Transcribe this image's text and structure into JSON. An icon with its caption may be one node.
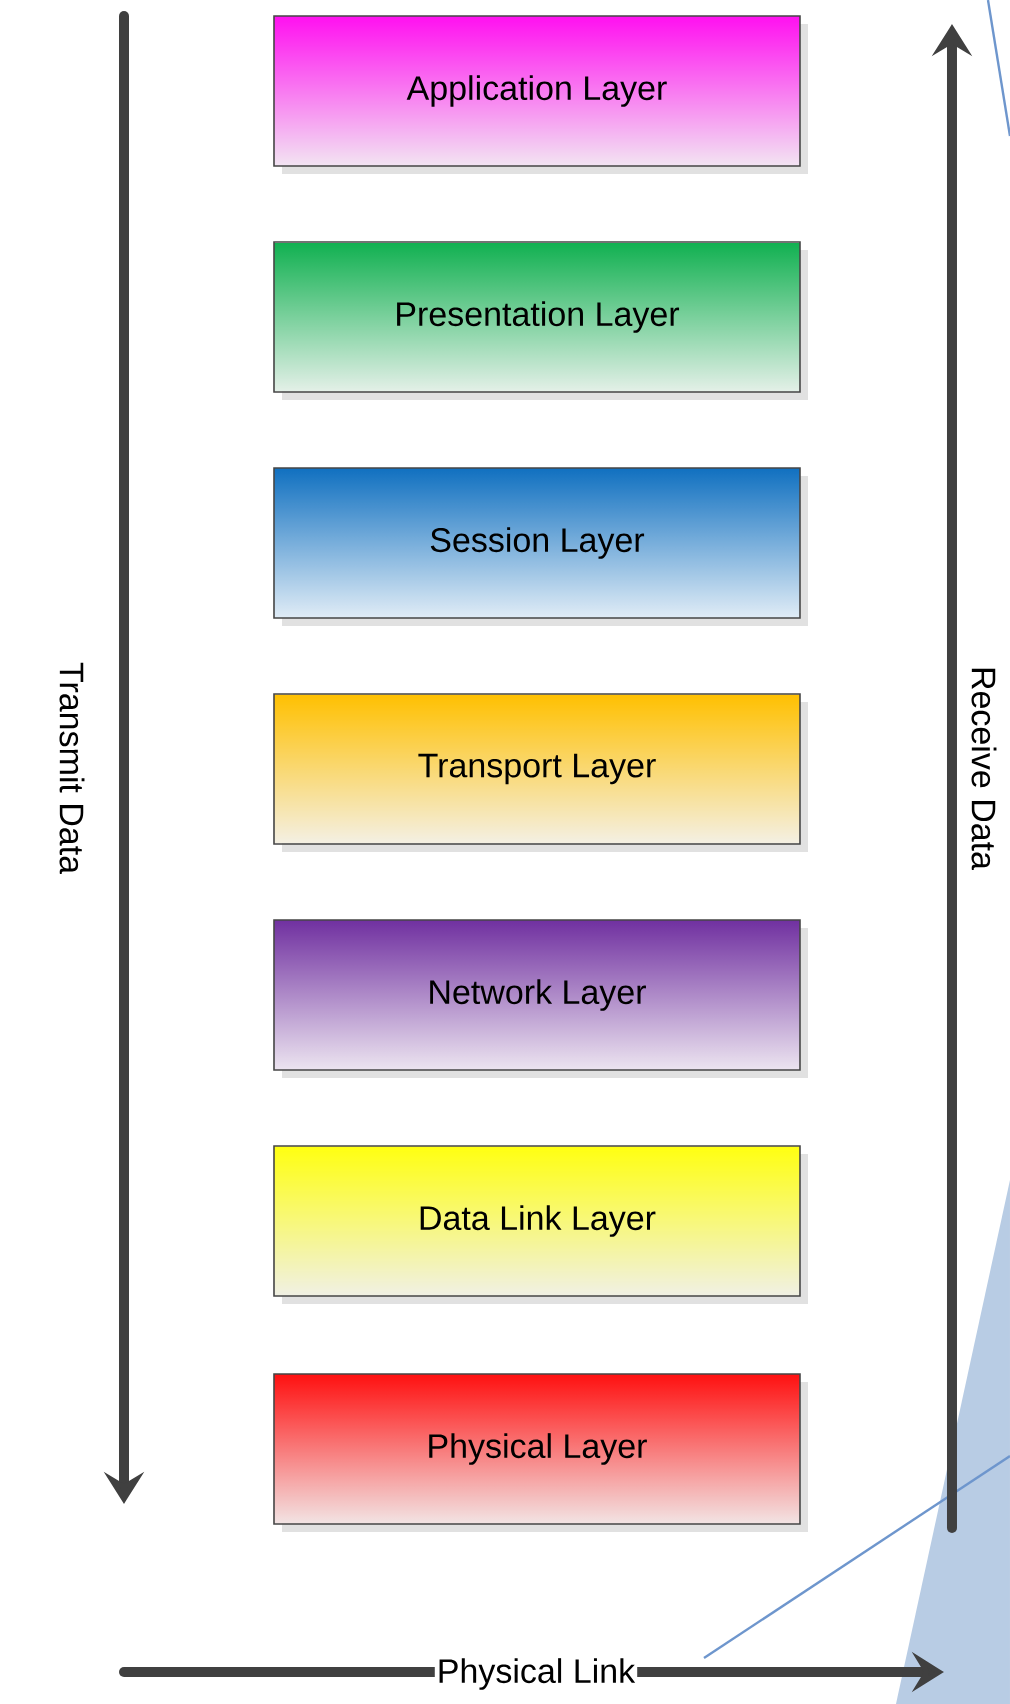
{
  "diagram": {
    "nodes": [
      {
        "text": [
          "Application Layer"
        ]
      },
      {
        "text": [
          "Presentation Layer"
        ]
      },
      {
        "text": [
          "Session Layer"
        ]
      },
      {
        "text": [
          "Transport Layer"
        ]
      },
      {
        "text": [
          "Network Layer"
        ]
      },
      {
        "text": [
          "Data Link Layer"
        ]
      },
      {
        "text": [
          "Physical Layer"
        ]
      }
    ],
    "labels": [
      "Transmit Data",
      "Receive Data",
      "Physical Link"
    ]
  }
}
